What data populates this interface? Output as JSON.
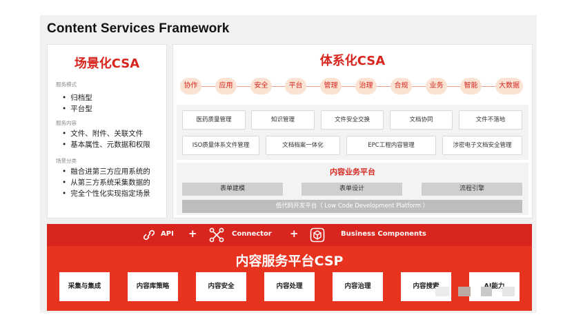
{
  "title": "Content Services Framework",
  "scenario_csa": {
    "title": "场景化CSA",
    "sections": [
      {
        "label": "服务模式",
        "items": [
          "归档型",
          "平台型"
        ]
      },
      {
        "label": "服务内容",
        "items": [
          "文件、附件、关联文件",
          "基本属性、元数据和权限"
        ]
      },
      {
        "label": "场景分类",
        "items": [
          "融合进第三方应用系统的",
          "从第三方系统采集数据的",
          "完全个性化实现指定场景"
        ]
      }
    ]
  },
  "system_csa": {
    "title": "体系化CSA",
    "capabilities": [
      "协作",
      "应用",
      "安全",
      "平台",
      "管理",
      "治理",
      "合规",
      "业务",
      "智能",
      "大数据"
    ],
    "business_row1": [
      "医药质量管理",
      "知识管理",
      "文件安全交换",
      "文档协同",
      "文件不落地"
    ],
    "business_row2": [
      "ISO质量体系文件管理",
      "文档档案一体化",
      "EPC工程内容管理",
      "涉密电子文档安全管理"
    ]
  },
  "business_platform": {
    "title": "内容业务平台",
    "items": [
      "表单建模",
      "表单设计",
      "流程引擎"
    ],
    "lowcode": "低代码开发平台（ Low Code Development Platform ）"
  },
  "integration": {
    "api": "API",
    "plus": "+",
    "connector": "Connector",
    "components": "Business  Components"
  },
  "csp": {
    "title": "内容服务平台CSP",
    "modules": [
      "采集与集成",
      "内容库策略",
      "内容安全",
      "内容处理",
      "内容治理",
      "内容搜索",
      "AI能力"
    ]
  },
  "colors": {
    "accent": "#d8261e",
    "csp_bg": "#e8331f",
    "capability_bg": "#fbe3d3"
  }
}
